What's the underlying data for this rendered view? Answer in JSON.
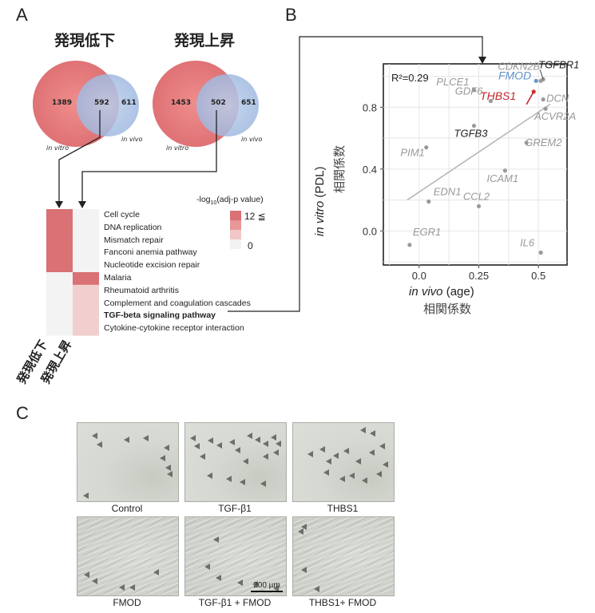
{
  "panelA": {
    "letter": "A",
    "venn_down": {
      "title": "発現低下",
      "left": "1389",
      "overlap": "592",
      "right": "611",
      "left_label": "in vitro",
      "right_label": "in vivo"
    },
    "venn_up": {
      "title": "発現上昇",
      "left": "1453",
      "overlap": "502",
      "right": "651",
      "left_label": "in vitro",
      "right_label": "in vivo"
    },
    "legend": {
      "title_pre": "-log",
      "title_sub": "10",
      "title_post": "(adj-p value)",
      "max": "12 ≦",
      "min": "0"
    },
    "pathways": [
      {
        "label": "Cell cycle",
        "bold": false,
        "down": 12,
        "up": 0
      },
      {
        "label": "DNA replication",
        "bold": false,
        "down": 12,
        "up": 0
      },
      {
        "label": "Mismatch repair",
        "bold": false,
        "down": 12,
        "up": 0
      },
      {
        "label": "Fanconi anemia pathway",
        "bold": false,
        "down": 12,
        "up": 0
      },
      {
        "label": "Nucleotide excision repair",
        "bold": false,
        "down": 12,
        "up": 0
      },
      {
        "label": "Malaria",
        "bold": false,
        "down": 0,
        "up": 12
      },
      {
        "label": "Rheumatoid arthritis",
        "bold": false,
        "down": 0,
        "up": 3
      },
      {
        "label": "Complement and coagulation cascades",
        "bold": false,
        "down": 0,
        "up": 3
      },
      {
        "label": "TGF-beta signaling pathway",
        "bold": true,
        "down": 0,
        "up": 3
      },
      {
        "label": "Cytokine-cytokine receptor interaction",
        "bold": false,
        "down": 0,
        "up": 3
      }
    ],
    "columns": [
      "発現低下",
      "発現上昇"
    ]
  },
  "panelB": {
    "letter": "B",
    "chart_data": {
      "type": "scatter",
      "annotation": "R²=0.29",
      "xlabel_italic": "in vivo",
      "xlabel_rest": " (age)",
      "xlabel_jp": "相関係数",
      "ylabel_italic": "in vitro",
      "ylabel_rest": " (PDL)",
      "ylabel_jp": "相関係数",
      "xlim": [
        -0.15,
        0.62
      ],
      "ylim": [
        -0.22,
        1.08
      ],
      "xticks": [
        0.0,
        0.25,
        0.5
      ],
      "xtick_labels": [
        "0.0",
        "0.25",
        "0.5"
      ],
      "yticks": [
        0.0,
        0.4,
        0.8
      ],
      "ytick_labels": [
        "0.0",
        "0.4",
        "0.8"
      ],
      "grid": true,
      "regression": {
        "x": [
          -0.05,
          0.55
        ],
        "y": [
          0.2,
          0.82
        ]
      },
      "points": [
        {
          "label": "CDKN2B",
          "x": 0.51,
          "y": 0.97,
          "color": "#999999"
        },
        {
          "label": "FMOD",
          "x": 0.49,
          "y": 0.97,
          "color": "#6699cc"
        },
        {
          "label": "TGFBR1",
          "x": 0.52,
          "y": 0.98,
          "color": "#999999"
        },
        {
          "label": "PLCE1",
          "x": 0.23,
          "y": 0.91,
          "color": "#999999"
        },
        {
          "label": "GDF6",
          "x": 0.3,
          "y": 0.84,
          "color": "#999999"
        },
        {
          "label": "DCN",
          "x": 0.52,
          "y": 0.85,
          "color": "#999999"
        },
        {
          "label": "THBS1",
          "x": 0.48,
          "y": 0.9,
          "color": "#cc3333"
        },
        {
          "label": "ACVR2A",
          "x": 0.53,
          "y": 0.79,
          "color": "#999999"
        },
        {
          "label": "TGFB3",
          "x": 0.23,
          "y": 0.68,
          "color": "#999999"
        },
        {
          "label": "GREM2",
          "x": 0.45,
          "y": 0.57,
          "color": "#999999"
        },
        {
          "label": "PIM1",
          "x": 0.03,
          "y": 0.54,
          "color": "#999999"
        },
        {
          "label": "ICAM1",
          "x": 0.36,
          "y": 0.39,
          "color": "#999999"
        },
        {
          "label": "EDN1",
          "x": 0.04,
          "y": 0.19,
          "color": "#999999"
        },
        {
          "label": "CCL2",
          "x": 0.25,
          "y": 0.16,
          "color": "#999999"
        },
        {
          "label": "EGR1",
          "x": -0.04,
          "y": -0.09,
          "color": "#999999"
        },
        {
          "label": "IL6",
          "x": 0.51,
          "y": -0.14,
          "color": "#999999"
        }
      ]
    }
  },
  "panelC": {
    "letter": "C",
    "scale_bar": "200 µm",
    "images": [
      {
        "caption": "Control",
        "style": "flat",
        "arrows": 9
      },
      {
        "caption": "TGF-β1",
        "style": "flat",
        "arrows": 19
      },
      {
        "caption": "THBS1",
        "style": "flat",
        "arrows": 16
      },
      {
        "caption": "FMOD",
        "style": "fibrous",
        "arrows": 5
      },
      {
        "caption": "TGF-β1 + FMOD",
        "style": "fibrous",
        "arrows": 6
      },
      {
        "caption": "THBS1+ FMOD",
        "style": "fibrous",
        "arrows": 4
      }
    ]
  }
}
